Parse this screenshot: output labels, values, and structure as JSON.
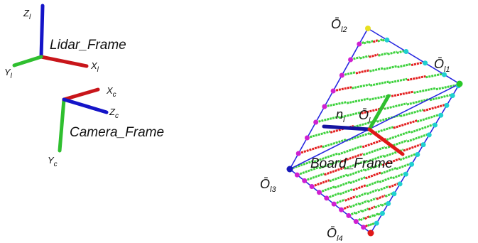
{
  "lidar_frame": {
    "name_main": "Lidar",
    "name_rest": "_Frame",
    "axes": {
      "z": {
        "base": "Z",
        "sub": "l"
      },
      "x": {
        "base": "X",
        "sub": "l"
      },
      "y": {
        "base": "Y",
        "sub": "l"
      }
    }
  },
  "camera_frame": {
    "name_main": "Camera",
    "name_rest": "_Frame",
    "axes": {
      "x": {
        "base": "X",
        "sub": "c"
      },
      "z": {
        "base": "Z",
        "sub": "c"
      },
      "y": {
        "base": "Y",
        "sub": "c"
      }
    }
  },
  "board": {
    "name_main": "Board",
    "name_rest": "_Frame",
    "normal": {
      "base": "n",
      "sub": "l"
    },
    "center": {
      "base": "Ō",
      "sub": "l"
    },
    "corners": [
      {
        "base": "Ō",
        "sub": "l1"
      },
      {
        "base": "Ō",
        "sub": "l2"
      },
      {
        "base": "Ō",
        "sub": "l3"
      },
      {
        "base": "Ō",
        "sub": "l4"
      }
    ]
  },
  "colors": {
    "x_axis": "#c8151a",
    "y_axis": "#2fbf2f",
    "z_axis": "#1414c8",
    "scan_green": "#3fd23f",
    "scan_red": "#e32020",
    "edge_blue": "#2828e0",
    "edge_point_magenta": "#d020d0",
    "edge_point_cyan": "#20d0d0",
    "corner_yellow": "#e8e020",
    "corner_red": "#e01818",
    "corner_green": "#28c828"
  }
}
